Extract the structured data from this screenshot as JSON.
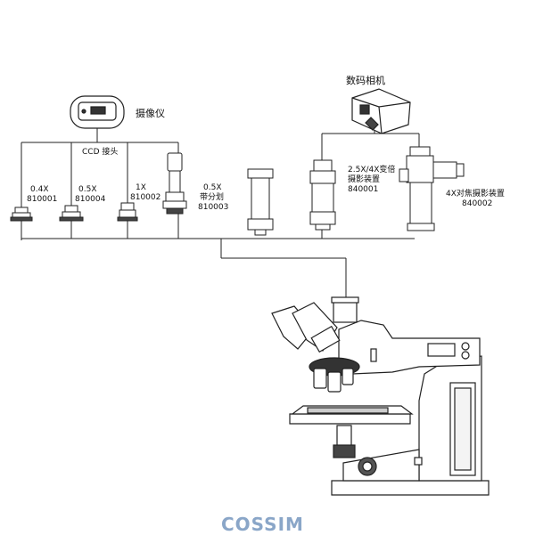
{
  "labels": {
    "camera": "摄像仪",
    "ccd_adapter": "CCD 接头",
    "digital_camera": "数码相机",
    "a04_mag": "0.4X",
    "a04_code": "810001",
    "a05_mag": "0.5X",
    "a05_code": "810004",
    "a1_mag": "1X",
    "a1_code": "810002",
    "a05div_mag": "0.5X",
    "a05div_desc": "带分划",
    "a05div_code": "810003",
    "var_desc1": "2.5X/4X变倍",
    "var_desc2": "摄影装置",
    "var_code": "840001",
    "focus_desc": "4X对焦摄影装置",
    "focus_code": "840002"
  },
  "brand": {
    "text": "COSSIM",
    "color": "#8aa6c8"
  }
}
